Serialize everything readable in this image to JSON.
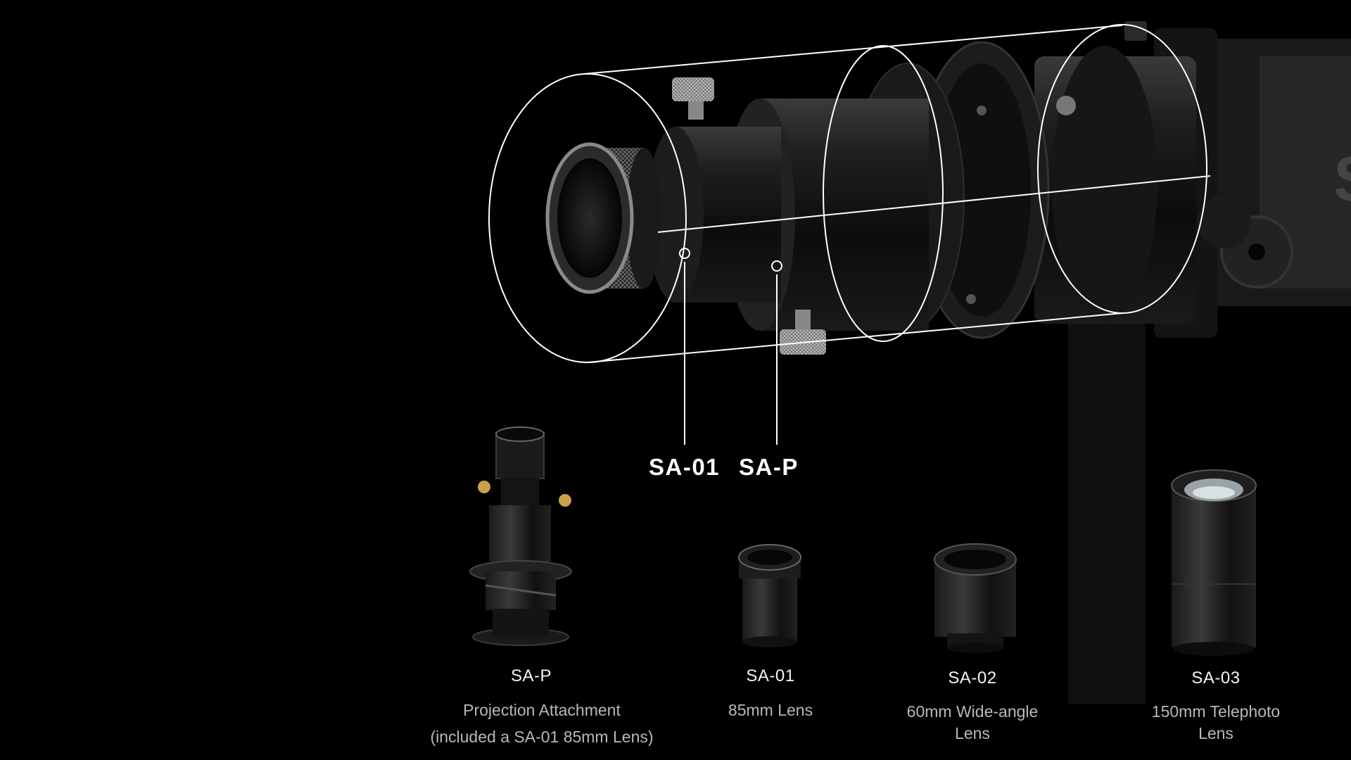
{
  "callouts": {
    "left": "SA-01",
    "right": "SA-P"
  },
  "products": [
    {
      "name": "SA-P",
      "desc_line1": "Projection Attachment",
      "desc_line2": "(included a SA-01 85mm Lens)"
    },
    {
      "name": "SA-01",
      "desc_line1": "85mm Lens",
      "desc_line2": ""
    },
    {
      "name": "SA-02",
      "desc_line1": "60mm Wide-angle",
      "desc_line2": "Lens"
    },
    {
      "name": "SA-03",
      "desc_line1": "150mm Telephoto",
      "desc_line2": "Lens"
    }
  ],
  "colors": {
    "background": "#000000",
    "outline": "#ffffff",
    "metal_dark": "#151515",
    "metal_mid": "#2a2a2a",
    "brass": "#c9a14a"
  }
}
